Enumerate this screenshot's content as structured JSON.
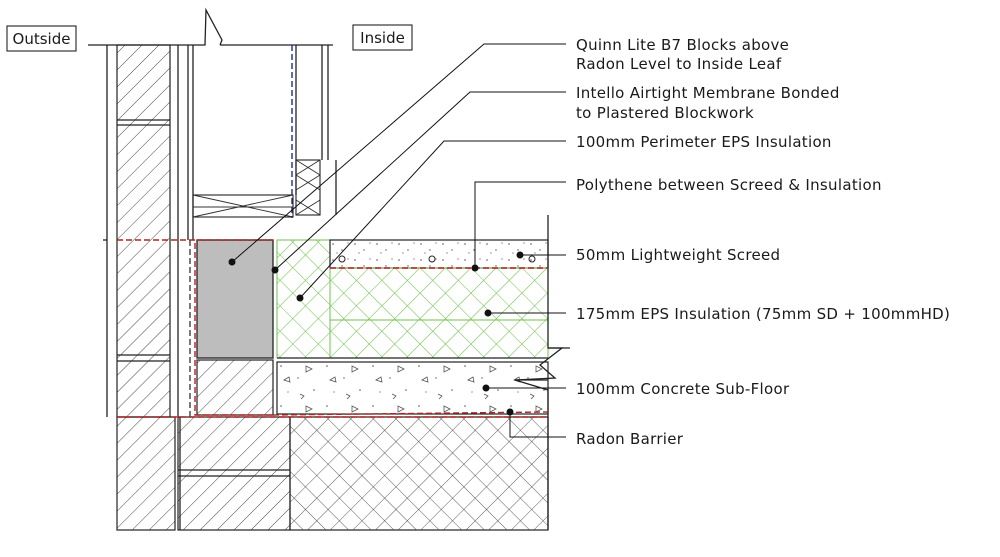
{
  "tags": {
    "outside": "Outside",
    "inside": "Inside"
  },
  "labels": [
    {
      "id": "quinn-lite",
      "lines": [
        "Quinn Lite B7 Blocks above",
        "Radon Level to Inside Leaf"
      ]
    },
    {
      "id": "intello",
      "lines": [
        "Intello Airtight Membrane Bonded",
        "to Plastered Blockwork"
      ]
    },
    {
      "id": "perimeter-eps",
      "lines": [
        "100mm Perimeter EPS Insulation"
      ]
    },
    {
      "id": "polythene",
      "lines": [
        "Polythene between Screed & Insulation"
      ]
    },
    {
      "id": "screed",
      "lines": [
        "50mm Lightweight Screed"
      ]
    },
    {
      "id": "eps-insulation",
      "lines": [
        "175mm EPS Insulation (75mm SD + 100mmHD)"
      ]
    },
    {
      "id": "concrete",
      "lines": [
        "100mm Concrete Sub-Floor"
      ]
    },
    {
      "id": "radon-barrier",
      "lines": [
        "Radon Barrier"
      ]
    }
  ],
  "colors": {
    "radon_line": "#b22222",
    "membrane_line": "#1f2aa0",
    "insulation_hatch": "#6cc24a",
    "block_fill": "#bdbdbd"
  }
}
